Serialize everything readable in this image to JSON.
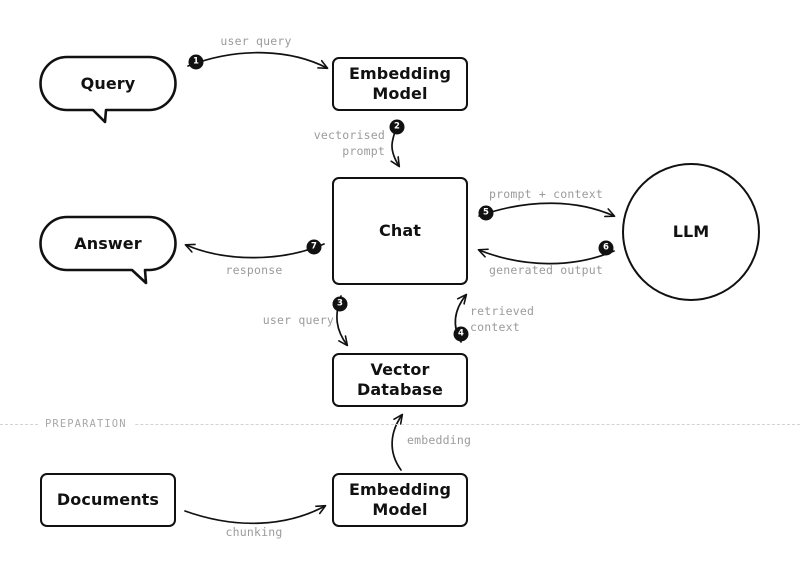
{
  "diagram": {
    "title": "RAG pipeline flow diagram",
    "divider_label": "PREPARATION",
    "colors": {
      "stroke": "#111111",
      "label": "#9b9b9b",
      "divider": "#d3d3d3",
      "llm_inner_ring": "#c9c9c9",
      "background": "#ffffff"
    }
  },
  "nodes": [
    {
      "id": "query",
      "label": "Query",
      "shape": "speech-bubble"
    },
    {
      "id": "embedding-model-1",
      "label": "Embedding\nModel",
      "shape": "rounded-rect"
    },
    {
      "id": "chat",
      "label": "Chat",
      "shape": "rounded-rect"
    },
    {
      "id": "answer",
      "label": "Answer",
      "shape": "speech-bubble"
    },
    {
      "id": "llm",
      "label": "LLM",
      "shape": "circle"
    },
    {
      "id": "vector-database",
      "label": "Vector\nDatabase",
      "shape": "rounded-rect"
    },
    {
      "id": "documents",
      "label": "Documents",
      "shape": "rounded-rect"
    },
    {
      "id": "embedding-model-2",
      "label": "Embedding\nModel",
      "shape": "rounded-rect"
    }
  ],
  "node_labels": {
    "query": "Query",
    "embedding_model_1_line1": "Embedding",
    "embedding_model_1_line2": "Model",
    "chat": "Chat",
    "answer": "Answer",
    "llm": "LLM",
    "vector_database_line1": "Vector",
    "vector_database_line2": "Database",
    "documents": "Documents",
    "embedding_model_2_line1": "Embedding",
    "embedding_model_2_line2": "Model"
  },
  "edges": [
    {
      "step": "1",
      "label": "user query",
      "from": "query",
      "to": "embedding-model-1"
    },
    {
      "step": "2",
      "label": "vectorised\nprompt",
      "from": "embedding-model-1",
      "to": "chat"
    },
    {
      "step": "3",
      "label": "user query",
      "from": "chat",
      "to": "vector-database"
    },
    {
      "step": "4",
      "label": "retrieved\ncontext",
      "from": "vector-database",
      "to": "chat"
    },
    {
      "step": "5",
      "label": "prompt + context",
      "from": "chat",
      "to": "llm"
    },
    {
      "step": "6",
      "label": "generated output",
      "from": "llm",
      "to": "chat"
    },
    {
      "step": "7",
      "label": "response",
      "from": "chat",
      "to": "answer"
    },
    {
      "step": "",
      "label": "chunking",
      "from": "documents",
      "to": "embedding-model-2"
    },
    {
      "step": "",
      "label": "embedding",
      "from": "embedding-model-2",
      "to": "vector-database"
    }
  ],
  "edge_labels": {
    "user_query_top": "user query",
    "vectorised_prompt_line1": "vectorised",
    "vectorised_prompt_line2": "prompt",
    "user_query_mid": "user query",
    "retrieved_context_line1": "retrieved",
    "retrieved_context_line2": "context",
    "prompt_plus_context": "prompt + context",
    "generated_output": "generated output",
    "response": "response",
    "chunking": "chunking",
    "embedding": "embedding"
  },
  "badges": {
    "b1": "1",
    "b2": "2",
    "b3": "3",
    "b4": "4",
    "b5": "5",
    "b6": "6",
    "b7": "7"
  }
}
